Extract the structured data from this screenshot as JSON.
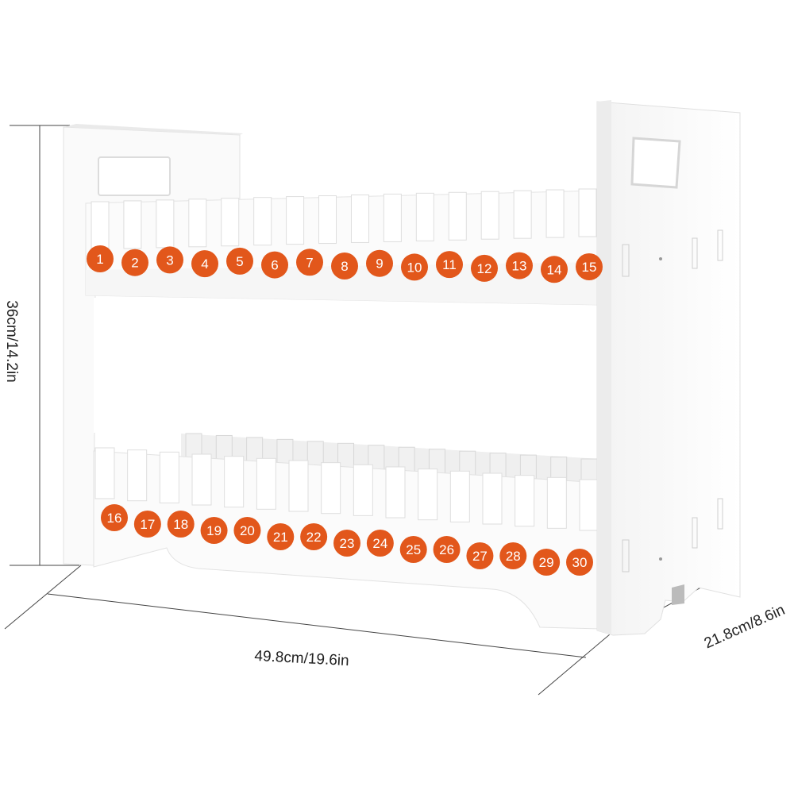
{
  "dimensions": {
    "height": "36cm/14.2in",
    "width": "49.8cm/19.6in",
    "depth": "21.8cm/8.6in"
  },
  "slot_numbers": {
    "top_row": [
      "1",
      "2",
      "3",
      "4",
      "5",
      "6",
      "7",
      "8",
      "9",
      "10",
      "11",
      "12",
      "13",
      "14",
      "15"
    ],
    "bottom_row": [
      "16",
      "17",
      "18",
      "19",
      "20",
      "21",
      "22",
      "23",
      "24",
      "25",
      "26",
      "27",
      "28",
      "29",
      "30"
    ]
  },
  "colors": {
    "badge": "#e2571b",
    "badge_text": "#ffffff",
    "rack": "#fbfbfb",
    "rack_shade": "#e9e9e9",
    "dimension_line": "#444444"
  }
}
